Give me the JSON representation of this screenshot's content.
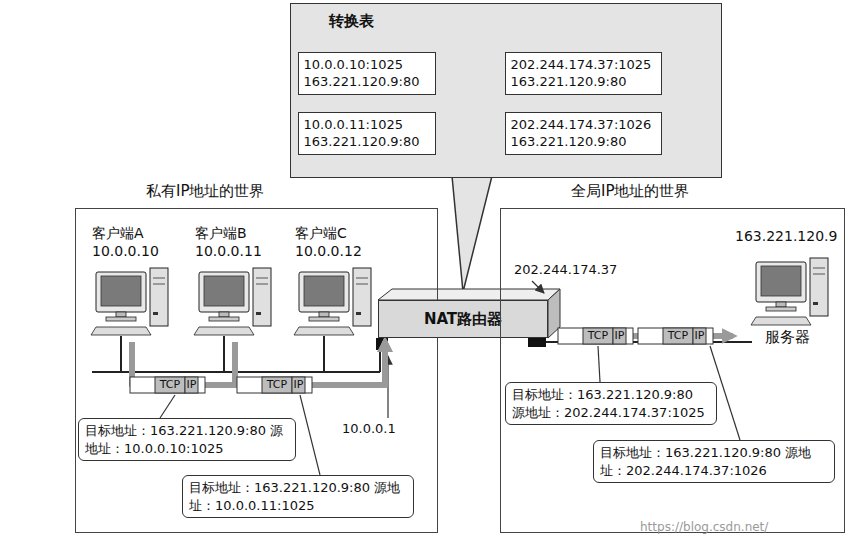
{
  "diagram": {
    "nodes": [
      {
        "text": [
          "转换表"
        ]
      },
      {
        "text": [
          "10.0.0.10:1025 163.221.120.9:80"
        ],
        "in": 0
      },
      {
        "text": [
          "202.244.174.37:1025 163.221.120.9:80"
        ],
        "in": 0
      },
      {
        "text": [
          "10.0.0.11:1025 163.221.120.9:80"
        ],
        "in": 0
      },
      {
        "text": [
          "202.244.174.37:1026 163.221.120.9:80"
        ],
        "in": 0
      },
      {
        "text": [
          "私有IP地址的世界"
        ]
      },
      {
        "text": [
          "客户端A",
          "10.0.0.10"
        ],
        "in": 5
      },
      {
        "text": [
          "客户端B",
          "10.0.0.11"
        ],
        "in": 5
      },
      {
        "text": [
          "客户端C",
          "10.0.0.12"
        ],
        "in": 5
      },
      {
        "text": [
          "目标地址：163.221.120.9:80 源地址：10.0.0.10:1025"
        ],
        "in": 5
      },
      {
        "text": [
          "目标地址：163.221.120.9:80 源地址：10.0.0.11:1025"
        ],
        "in": 5
      },
      {
        "text": [
          "NAT路由器"
        ]
      },
      {
        "text": [
          "全局IP地址的世界"
        ]
      },
      {
        "text": [
          "163.221.120.9",
          "服务器"
        ],
        "in": 12
      },
      {
        "text": [
          "目标地址：163.221.120.9:80 源地址：202.244.174.37:1025"
        ],
        "in": 12
      },
      {
        "text": [
          "目标地址：163.221.120.9:80 源地址：202.244.174.37:1026"
        ],
        "in": 12
      }
    ],
    "edges": [
      {
        "from": 1,
        "to": 2,
        "arrow": "both"
      },
      {
        "from": 3,
        "to": 4,
        "arrow": "both"
      },
      {
        "from": 6,
        "to": 11,
        "arrow": "to"
      },
      {
        "from": 7,
        "to": 11,
        "arrow": "to"
      },
      {
        "from": 11,
        "to": 13,
        "arrow": "to"
      }
    ],
    "labels": [
      "TCP",
      "IP",
      "TCP",
      "IP",
      "TCP",
      "IP",
      "TCP",
      "IP",
      "10.0.0.1",
      "202.244.174.37",
      "https://blog.csdn.net/"
    ]
  }
}
